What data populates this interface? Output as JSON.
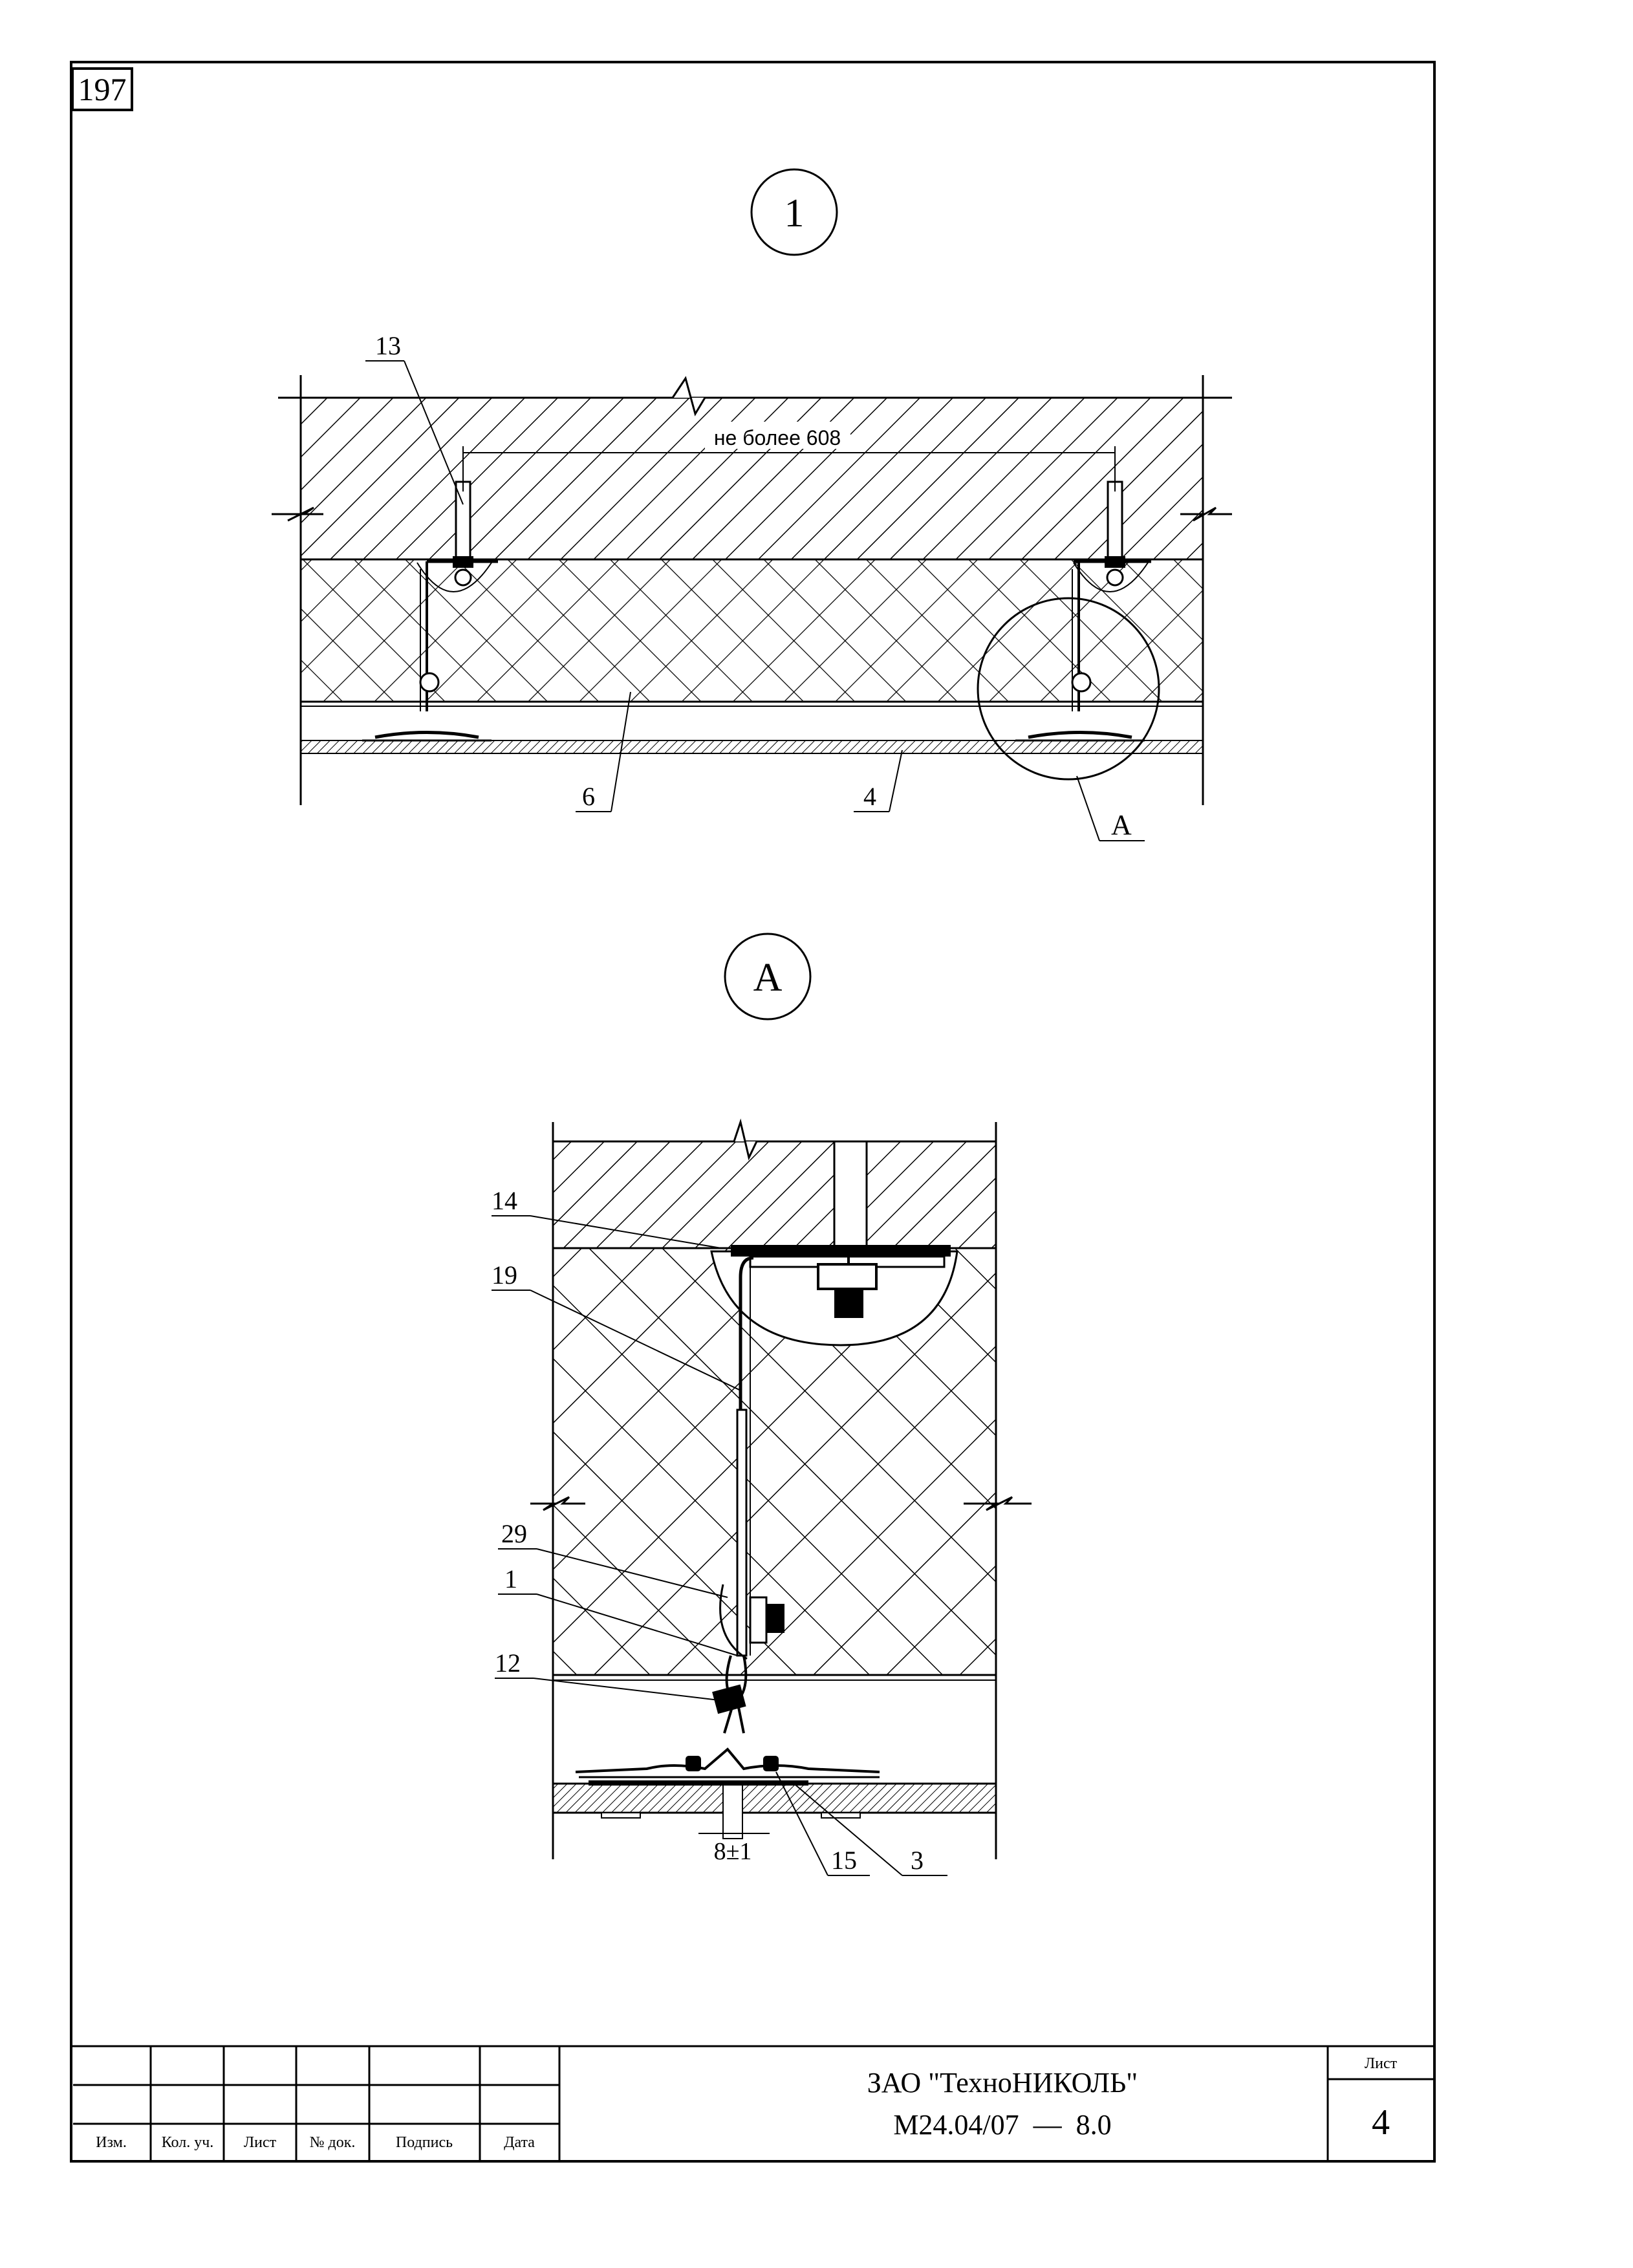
{
  "page_number": "197",
  "view_1": {
    "marker": "1",
    "dimension": "не более 608",
    "callouts": {
      "c13": "13",
      "c6": "6",
      "c4": "4",
      "cA": "А"
    }
  },
  "view_A": {
    "marker": "А",
    "dimension": "8±1",
    "callouts": {
      "c14": "14",
      "c19": "19",
      "c29": "29",
      "c1": "1",
      "c12": "12",
      "c15": "15",
      "c3": "3"
    }
  },
  "title_block": {
    "headers": [
      "Изм.",
      "Кол. уч.",
      "Лист",
      "№ док.",
      "Подпись",
      "Дата"
    ],
    "company": "ЗАО \"ТехноНИКОЛЬ\"",
    "document_code": "М24.04/07  —  8.0",
    "sheet_label": "Лист",
    "sheet_number": "4"
  }
}
